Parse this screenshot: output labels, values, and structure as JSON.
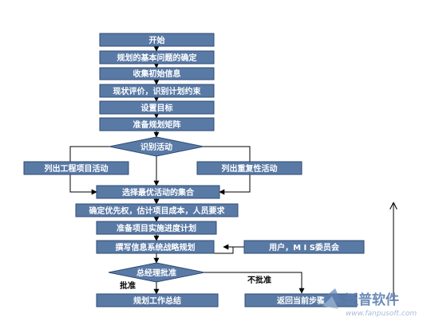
{
  "nodes": {
    "start": "开始",
    "basic_issues": "规划的基本问题的确定",
    "collect_info": "收集初始信息",
    "evaluate": "现状评价，识别计划约束",
    "set_goals": "设置目标",
    "prepare_matrix": "准备规划矩阵",
    "identify_activities": "识别活动",
    "list_projects": "列出工程项目活动",
    "list_repetitive": "列出重复性活动",
    "select_set": "选择最优活动的集合",
    "priorities": "确定优先权，估计项目成本，人员要求",
    "implementation_plan": "准备项目实施进度计划",
    "write_plan": "撰写信息系统战略规划",
    "users_mis": "用户，M I S委员会",
    "manager_approval": "总经理批准",
    "summary": "规划工作总结",
    "return_step": "返回当前步骤"
  },
  "edge_labels": {
    "approved": "批准",
    "not_approved": "不批准"
  },
  "watermark": {
    "brand": "泛普软件",
    "url": "www.fanpusoft.com"
  },
  "colors": {
    "box_fill": "#5a7aa6",
    "box_stroke": "#2f4b73",
    "text": "#ffffff",
    "watermark": "#5d7fb1"
  }
}
